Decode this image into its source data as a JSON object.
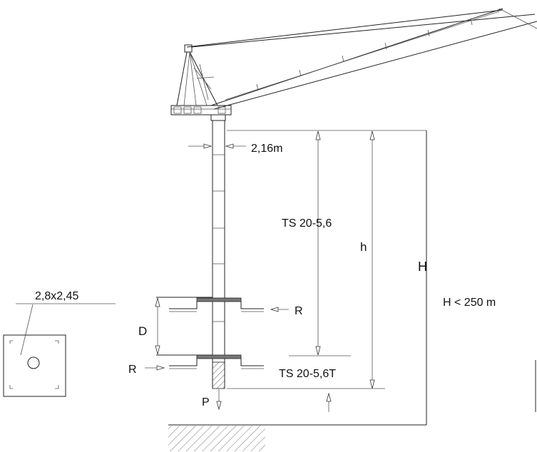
{
  "labels": {
    "mast_width": "2,16m",
    "mast_section": "TS 20-5,6",
    "base_section": "TS 20-5,6T",
    "height_small": "h",
    "height_total": "H",
    "height_limit": "H < 250 m",
    "slab_dimensions": "2,8x2,45",
    "collar_distance": "D",
    "reaction_right": "R",
    "reaction_left": "R",
    "load": "P"
  }
}
